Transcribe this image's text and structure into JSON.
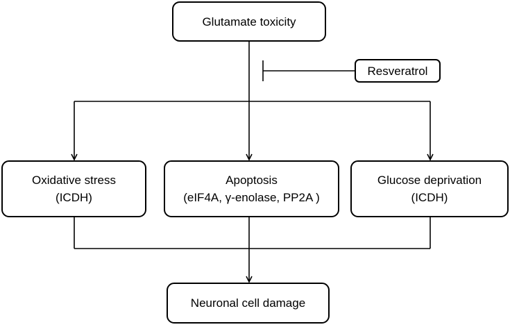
{
  "nodes": {
    "glutamate": {
      "label": "Glutamate toxicity"
    },
    "resveratrol": {
      "label": "Resveratrol"
    },
    "oxidative": {
      "line1": "Oxidative stress",
      "line2": "(ICDH)"
    },
    "apoptosis": {
      "line1": "Apoptosis",
      "line2": "(eIF4A, γ-enolase, PP2A )"
    },
    "glucose": {
      "line1": "Glucose deprivation",
      "line2": "(ICDH)"
    },
    "neuronal": {
      "label": "Neuronal cell damage"
    }
  },
  "edges": [
    {
      "from": "glutamate",
      "to": "oxidative",
      "type": "arrow"
    },
    {
      "from": "glutamate",
      "to": "apoptosis",
      "type": "arrow"
    },
    {
      "from": "glutamate",
      "to": "glucose",
      "type": "arrow"
    },
    {
      "from": "resveratrol",
      "to": "glutamate",
      "type": "inhibition"
    },
    {
      "from": "oxidative",
      "to": "neuronal",
      "type": "arrow"
    },
    {
      "from": "apoptosis",
      "to": "neuronal",
      "type": "arrow"
    },
    {
      "from": "glucose",
      "to": "neuronal",
      "type": "arrow"
    }
  ],
  "colors": {
    "stroke": "#000000",
    "background": "#ffffff"
  }
}
